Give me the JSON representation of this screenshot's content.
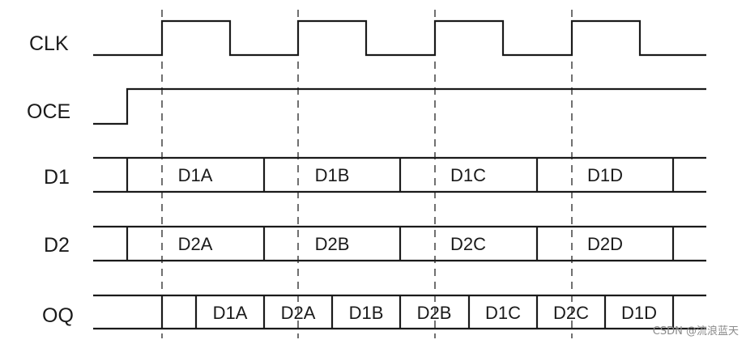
{
  "signals": [
    {
      "name": "CLK",
      "type": "clock"
    },
    {
      "name": "OCE",
      "type": "step"
    },
    {
      "name": "D1",
      "type": "bus",
      "cells": [
        "D1A",
        "D1B",
        "D1C",
        "D1D"
      ]
    },
    {
      "name": "D2",
      "type": "bus",
      "cells": [
        "D2A",
        "D2B",
        "D2C",
        "D2D"
      ]
    },
    {
      "name": "OQ",
      "type": "bus",
      "cells": [
        "D1A",
        "D2A",
        "D1B",
        "D2B",
        "D1C",
        "D2C",
        "D1D"
      ]
    }
  ],
  "watermark": "CSDN @流浪蓝天"
}
